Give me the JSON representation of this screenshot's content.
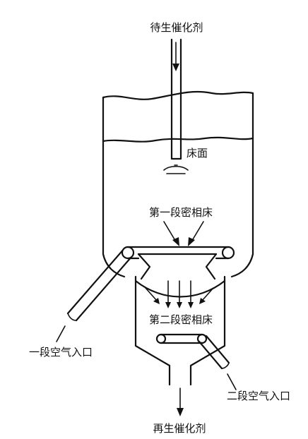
{
  "labels": {
    "spent_catalyst": "待生催化剂",
    "bed_surface": "床面",
    "first_dense_bed": "第一段密相床",
    "second_dense_bed": "第二段密相床",
    "primary_air_inlet": "一段空气入口",
    "secondary_air_inlet": "二段空气入口",
    "regenerated_catalyst": "再生催化剂"
  }
}
